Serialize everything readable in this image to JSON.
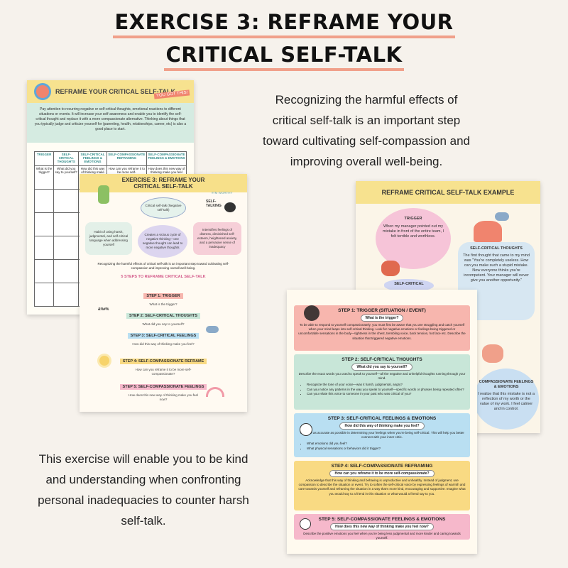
{
  "title": {
    "line1": "EXERCISE 3: REFRAME YOUR",
    "line2": "CRITICAL SELF-TALK",
    "underline_color": "#f0a08a"
  },
  "intro_text": "Recognizing the harmful effects of critical self-talk is an important step toward cultivating self-compassion and improving overall well-being.",
  "outro_text": "This exercise will enable you to be kind and understanding when confronting personal inadequacies to counter harsh self-talk.",
  "worksheet": {
    "title": "REFRAME YOUR CRITICAL SELF-TALK",
    "badge": "YOU GOT THIS!",
    "intro": "Pay attention to recurring negative or self-critical thoughts, emotional reactions to different situations or events. It will increase your self-awareness and enable you to identify the self-critical thought and replace it with a more compassionate alternative. Thinking about things that you typically judge and criticize yourself for (parenting, health, relationships, career, etc) is also a good place to start.",
    "columns": [
      "TRIGGER",
      "SELF-CRITICAL THOUGHTS",
      "SELF-CRITICAL FEELINGS & EMOTIONS",
      "SELF-COMPASSIONATE REFRAMING",
      "SELF-COMPASSIONATE FEELINGS & EMOTIONS"
    ],
    "prompts": [
      "What is the trigger?",
      "What did you say to yourself?",
      "How did this way of thinking make you feel?",
      "How can you reframe it to be more self-compassionate?",
      "How does this new way of thinking make you feel now?"
    ]
  },
  "exercise_page": {
    "title_line1": "EXERCISE 3: REFRAME YOUR",
    "title_line2": "CRITICAL SELF-TALK",
    "hashtag": "#I'M WORTHY",
    "sticker": "SELF-TALKING",
    "center_bubble": "Critical self-talk (Negative self-talk)",
    "left_bubble": "Habit of using harsh, judgmental, and self-critical language when addressing yourself",
    "middle_bubble": "Creates a vicious cycle of negative thinking—one negative thought can lead to more negative thoughts",
    "right_bubble": "Intensifies feelings of distress, diminished self-esteem, heightened anxiety, and a pervasive sense of inadequacy",
    "summary": "Recognizing the harmful effects of critical self-talk is an important step toward cultivating self-compassion and improving overall well-being.",
    "steps_heading": "5 STEPS TO REFRAME CRITICAL SELF-TALK",
    "curse_symbol": "&%#%",
    "steps": [
      {
        "label": "STEP 1: TRIGGER",
        "q": "What is the trigger?"
      },
      {
        "label": "STEP 2: SELF-CRITICAL THOUGHTS",
        "q": "What did you say to yourself?"
      },
      {
        "label": "STEP 3: SELF-CRITICAL FEELINGS",
        "q": "How did this way of thinking make you feel?"
      },
      {
        "label": "STEP 4: SELF-COMPASSIONATE REFRAME",
        "q": "How can you reframe it to be more self-compassionate?"
      },
      {
        "label": "STEP 5: SELF-COMPASSIONATE FEELINGS",
        "q": "How does this new way of thinking make you feel now?"
      }
    ]
  },
  "example_page": {
    "title": "REFRAME CRITICAL SELF-TALK EXAMPLE",
    "trigger_label": "TRIGGER",
    "trigger_text": "When my manager pointed out my mistake in front of the entire team, I felt terrible and worthless.",
    "sct_label": "SELF-CRITICAL THOUGHTS",
    "sct_text": "The first thought that came to my mind was \"You're completely useless. How can you make such a stupid mistake. Now everyone thinks you're incompetent. Your manager will never give you another opportunity.\"",
    "scf_label": "SELF-CRITICAL",
    "scomp_label": "COMPASSIONATE FEELINGS & EMOTIONS",
    "scomp_text": "I realize that this mistake is not a reflection of my worth or the value of my work. I feel calmer and in control."
  },
  "steps_page": {
    "steps": [
      {
        "title": "STEP 1: TRIGGER (SITUATION / EVENT)",
        "q": "What is the trigger?",
        "desc": "To be able to respond to yourself compassionately, you must first be aware that you are struggling and catch yourself when your mind leaps into self-critical thinking. Look for negative emotions or feelings being triggered or uncomfortable sensations in the body—tightness in the chest, trembling voice, back tension, hot face etc. Describe the situation that triggered negative emotions."
      },
      {
        "title": "STEP 2: SELF-CRITICAL THOUGHTS",
        "q": "What did you say to yourself?",
        "desc": "Describe the exact words you used to speak to yourself—all the negative and unhelpful thoughts running through your mind.",
        "bullets": [
          "Recognize the tone of your voice—was it harsh, judgmental, angry?",
          "Can you notice any patterns in the way you speak to yourself—specific words or phrases being repeated often?",
          "Can you relate this voice to someone in your past who was critical of you?"
        ]
      },
      {
        "title": "STEP 3: SELF-CRITICAL FEELINGS & EMOTIONS",
        "q": "How did this way of thinking make you feel?",
        "desc": "Try to be as accurate as possible in determining your feelings when you're being self-critical. This will help you better connect with your inner critic.",
        "bullets": [
          "What emotions did you feel?",
          "What physical sensations or behaviors did it trigger?"
        ]
      },
      {
        "title": "STEP 4: SELF-COMPASSIONATE REFRAMING",
        "q": "How can you reframe it to be more self-compassionate?",
        "desc": "Acknowledge that this way of thinking and behaving is unproductive and unhealthy. Instead of judgment, use compassion to describe the situation or event. Try to soften the self-critical voice by expressing feelings of warmth and care towards yourself and reframing the situation in a way that's more kind, encouraging and supportive. Imagine what you would say to a friend in this situation or what would a friend say to you."
      },
      {
        "title": "STEP 5: SELF-COMPASSIONATE FEELINGS & EMOTIONS",
        "q": "How does this new way of thinking make you feel now?",
        "desc": "Describe the positive emotions you feel when you're being less judgmental and more kinder and caring towards yourself."
      }
    ]
  }
}
